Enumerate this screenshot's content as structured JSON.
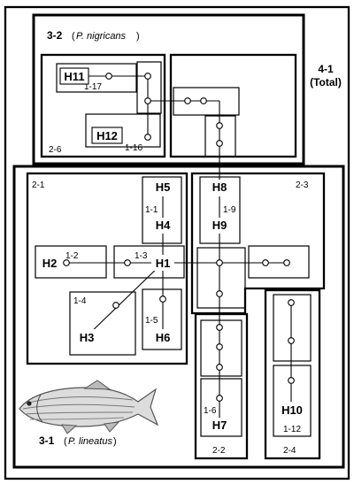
{
  "total_clade": {
    "id": "4-1",
    "name": "(Total)"
  },
  "species_clades": [
    {
      "id": "3-2",
      "species": "P. nigricans"
    },
    {
      "id": "3-1",
      "species": "P. lineatus"
    }
  ],
  "step_clades": [
    "2-1",
    "2-2",
    "2-3",
    "2-4",
    "2-6"
  ],
  "one_step_clades": [
    "1-1",
    "1-2",
    "1-3",
    "1-4",
    "1-5",
    "1-6",
    "1-9",
    "1-12",
    "1-16",
    "1-17"
  ],
  "haplotypes": [
    "H1",
    "H2",
    "H3",
    "H4",
    "H5",
    "H6",
    "H7",
    "H8",
    "H9",
    "H10",
    "H11",
    "H12"
  ],
  "missing_haplotype_symbol": "o",
  "illustration": "fish"
}
